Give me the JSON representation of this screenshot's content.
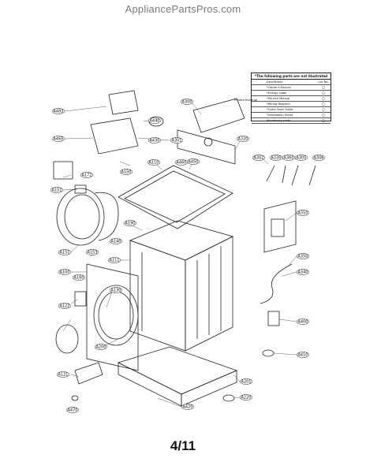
{
  "watermark": "AppliancePartsPros.com",
  "page_number": "4/11",
  "notice": {
    "header": "*The following parts are not illustrated",
    "side_label": "Printed material",
    "col_description": "Description",
    "col_loc": "Loc No.",
    "rows": [
      {
        "desc": "*Owner's Manual"
      },
      {
        "desc": "*Energy Label"
      },
      {
        "desc": "*Service Manual"
      },
      {
        "desc": "*Wiring Diagram"
      },
      {
        "desc": "*Quick Start Guide"
      },
      {
        "desc": "*Installation Sheet"
      },
      {
        "desc": "*Accessory parts"
      }
    ]
  },
  "callouts": {
    "c_a": "A483",
    "c_b": "A465",
    "c_c": "A172",
    "c_d": "A152",
    "c_e": "A151",
    "c_f": "A153",
    "c_g": "A100",
    "c_h": "A160",
    "c_i": "A122",
    "c_j": "A150",
    "c_k": "A121",
    "c_l": "A110",
    "c_m": "A111",
    "c_n": "A140",
    "c_o": "A130",
    "c_p": "A190",
    "c_q": "A200",
    "c_r": "A201",
    "c_s": "A220",
    "c_t": "A300",
    "c_u": "A301",
    "c_v": "A302",
    "c_w": "A305",
    "c_x": "A306",
    "c_y": "A310",
    "c_z": "A320",
    "c_aa": "A330",
    "c_ab": "A340",
    "c_ac": "A350",
    "c_ad": "A360",
    "c_ae": "A400",
    "c_af": "A410",
    "c_ag": "A420",
    "c_ah": "A430",
    "c_ai": "A440",
    "c_aj": "A450",
    "c_ak": "A460",
    "c_al": "A470"
  }
}
